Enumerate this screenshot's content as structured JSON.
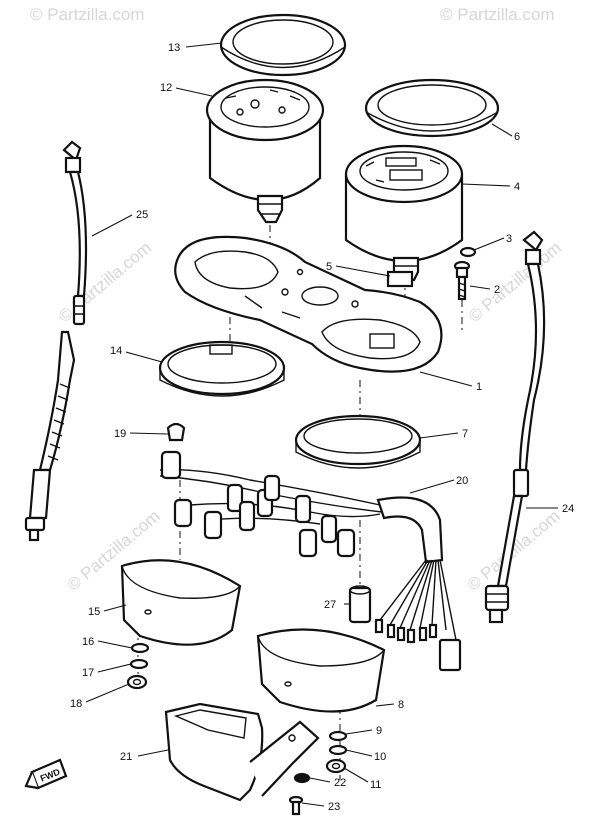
{
  "watermark": {
    "text": "© Partzilla.com",
    "instances": [
      "wm-1",
      "wm-2",
      "wm-3",
      "wm-4",
      "wm-5",
      "wm-6"
    ]
  },
  "callouts": [
    {
      "id": "c1",
      "label": "1"
    },
    {
      "id": "c2",
      "label": "2"
    },
    {
      "id": "c3",
      "label": "3"
    },
    {
      "id": "c4",
      "label": "4"
    },
    {
      "id": "c5",
      "label": "5"
    },
    {
      "id": "c6",
      "label": "6"
    },
    {
      "id": "c7",
      "label": "7"
    },
    {
      "id": "c8",
      "label": "8"
    },
    {
      "id": "c9",
      "label": "9"
    },
    {
      "id": "c10",
      "label": "10"
    },
    {
      "id": "c11",
      "label": "11"
    },
    {
      "id": "c12",
      "label": "12"
    },
    {
      "id": "c13",
      "label": "13"
    },
    {
      "id": "c14",
      "label": "14"
    },
    {
      "id": "c15",
      "label": "15"
    },
    {
      "id": "c16",
      "label": "16"
    },
    {
      "id": "c17",
      "label": "17"
    },
    {
      "id": "c18",
      "label": "18"
    },
    {
      "id": "c19",
      "label": "19"
    },
    {
      "id": "c20",
      "label": "20"
    },
    {
      "id": "c21",
      "label": "21"
    },
    {
      "id": "c22",
      "label": "22"
    },
    {
      "id": "c23",
      "label": "23"
    },
    {
      "id": "c24",
      "label": "24"
    },
    {
      "id": "c25",
      "label": "25"
    },
    {
      "id": "c27",
      "label": "27"
    }
  ],
  "fwd_label": "FWD",
  "colors": {
    "line": "#111111",
    "background": "#ffffff",
    "watermark": "#c9c9c9"
  }
}
